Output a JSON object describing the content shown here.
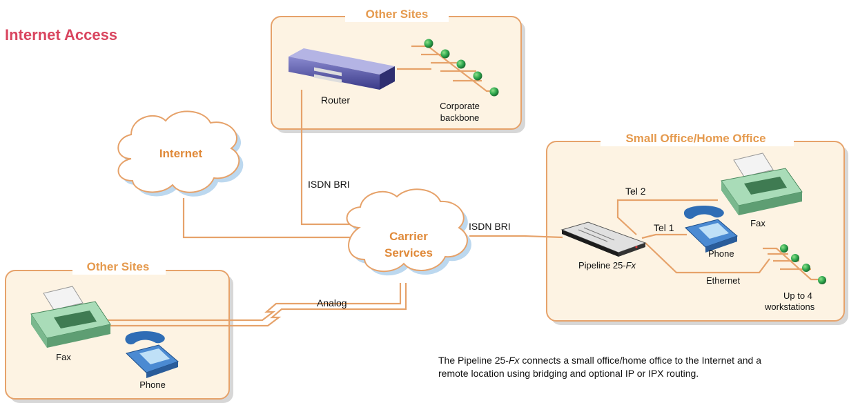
{
  "title": "Internet Access",
  "boxes": {
    "top": {
      "title": "Other Sites"
    },
    "right": {
      "title": "Small Office/Home Office"
    },
    "left": {
      "title": "Other Sites"
    }
  },
  "clouds": {
    "internet": "Internet",
    "carrier_line1": "Carrier",
    "carrier_line2": "Services"
  },
  "devices": {
    "router": "Router",
    "backbone_line1": "Corporate",
    "backbone_line2": "backbone",
    "pipeline_prefix": "Pipeline 25-",
    "pipeline_model": "Fx",
    "soho_fax": "Fax",
    "soho_phone": "Phone",
    "workstations_line1": "Up to 4",
    "workstations_line2": "workstations",
    "remote_fax": "Fax",
    "remote_phone": "Phone"
  },
  "links": {
    "isdn_vertical": "ISDN BRI",
    "isdn_horizontal": "ISDN BRI",
    "analog": "Analog",
    "tel2": "Tel 2",
    "tel1": "Tel 1",
    "ethernet": "Ethernet"
  },
  "caption": {
    "part1": "The Pipeline 25-",
    "model": "Fx",
    "part2": " connects a small office/home office to the Internet and a remote location using bridging and optional IP or IPX routing."
  },
  "colors": {
    "title": "#d9455f",
    "box_fill": "#fdf3e3",
    "box_border": "#e6a26a",
    "line": "#e6a26a",
    "cloud_fill": "#ffffff",
    "cloud_shadow": "#bcd8ef",
    "node": "#2fa84f",
    "phone": "#3a77c0",
    "router": "#5a5aa8"
  }
}
